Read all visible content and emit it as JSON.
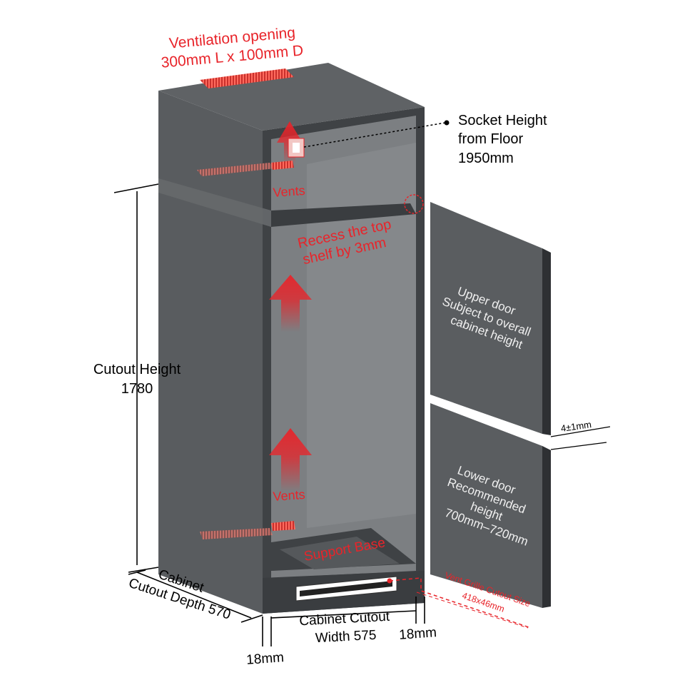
{
  "labels": {
    "vent_opening_1": "Ventilation opening",
    "vent_opening_2": "300mm L x 100mm D",
    "socket_1": "Socket Height",
    "socket_2": "from Floor",
    "socket_3": "1950mm",
    "vents_top": "Vents",
    "recess_1": "Recess the top",
    "recess_2": "shelf by 3mm",
    "cutout_height_1": "Cutout Height",
    "cutout_height_2": "1780",
    "vents_bottom": "Vents",
    "support_base": "Support Base",
    "upper_door_1": "Upper door",
    "upper_door_2": "Subject to overall",
    "upper_door_3": "cabinet height",
    "gap": "4±1mm",
    "lower_door_1": "Lower door",
    "lower_door_2": "Recommended",
    "lower_door_3": "height",
    "lower_door_4": "700mm–720mm",
    "grille_1": "Vent Grille Cutout Size",
    "grille_2": "418x46mm",
    "depth_1": "Cabinet",
    "depth_2": "Cutout Depth 570",
    "width_1": "Cabinet Cutout",
    "width_2": "Width  575",
    "side_left": "18mm",
    "side_right": "18mm"
  },
  "colors": {
    "cabinet_dark": "#4a4d50",
    "cabinet_side": "#595c5f",
    "cabinet_top": "#5f6265",
    "interior": "#787b7e",
    "door": "#5a5d60",
    "annotation_red": "#e8242a",
    "line": "#000000"
  }
}
